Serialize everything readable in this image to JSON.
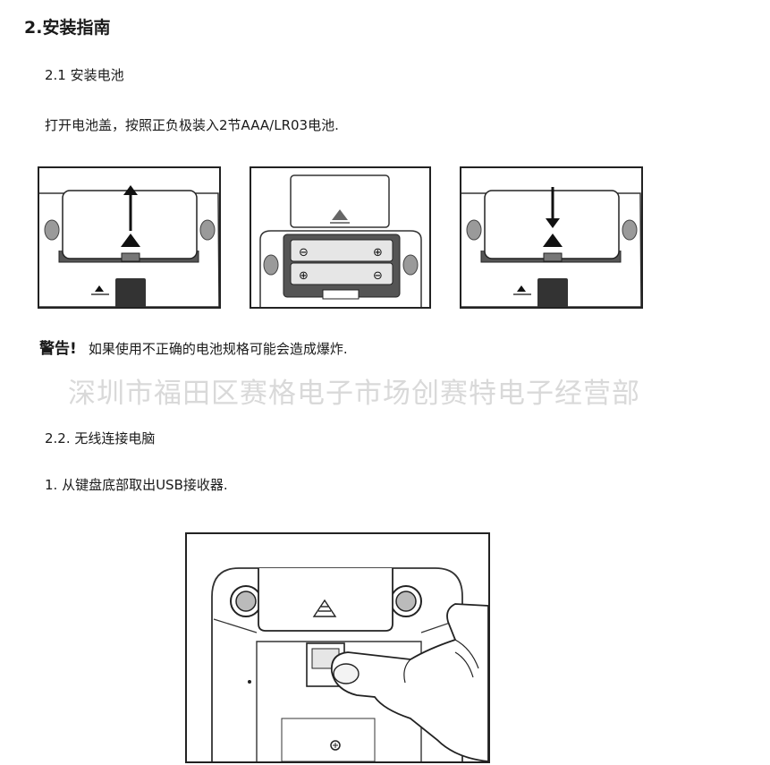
{
  "section": {
    "title": "2.安装指南"
  },
  "subsection1": {
    "title": "2.1 安装电池",
    "instruction": "打开电池盖，按照正负极装入2节AAA/LR03电池."
  },
  "figures": [
    {
      "name": "battery-cover-open-arrow-up",
      "arrow": "up"
    },
    {
      "name": "battery-compartment-open",
      "polarity": [
        "⊖",
        "⊕",
        "⊕",
        "⊖"
      ]
    },
    {
      "name": "battery-cover-close-arrow-down",
      "arrow": "down"
    }
  ],
  "warning": {
    "label": "警告!",
    "text": "如果使用不正确的电池规格可能会造成爆炸."
  },
  "watermark": "深圳市福田区赛格电子市场创赛特电子经营部",
  "subsection2": {
    "title": "2.2. 无线连接电脑",
    "step1": "1. 从键盘底部取出USB接收器."
  }
}
